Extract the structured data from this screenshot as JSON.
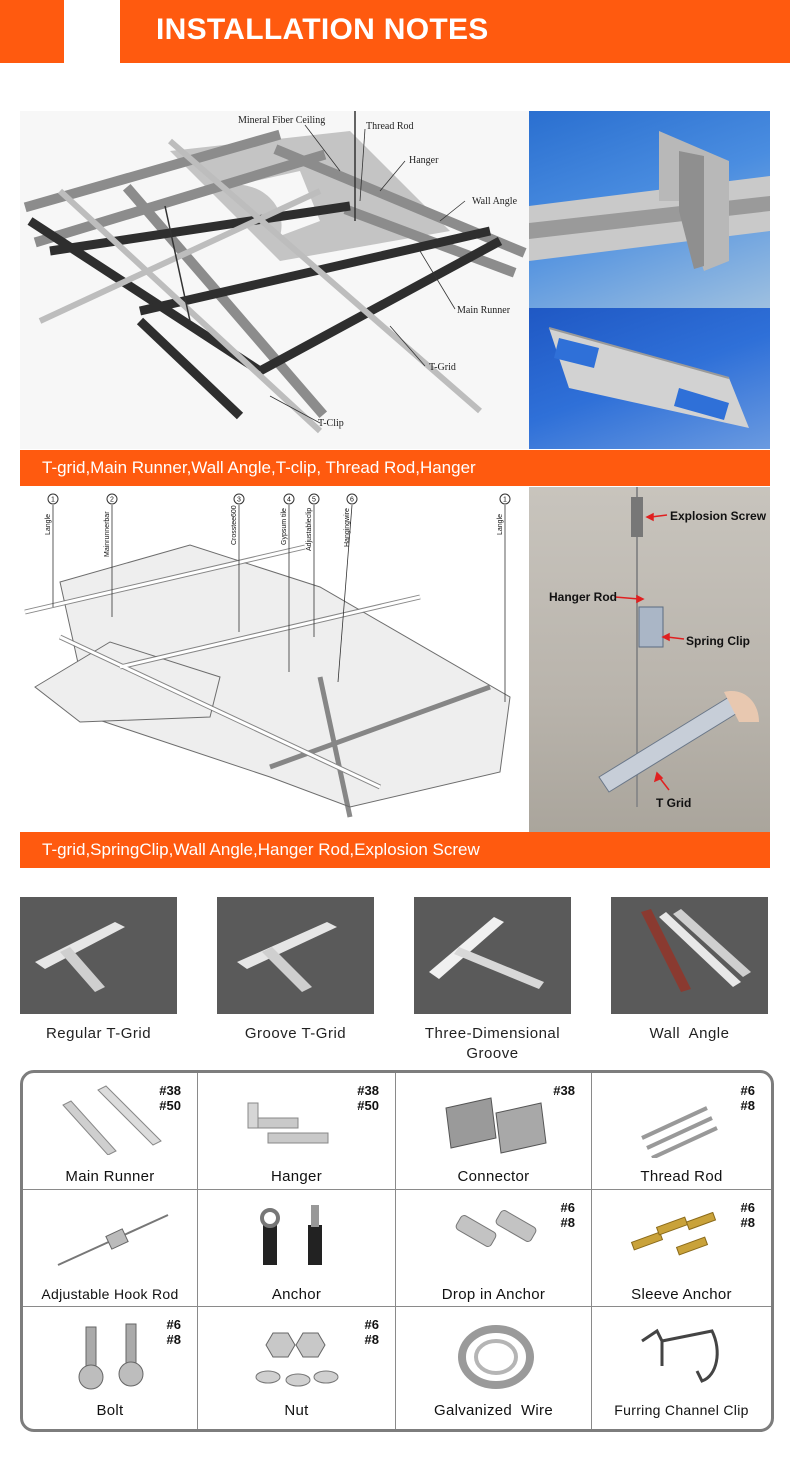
{
  "header": {
    "title": "INSTALLATION NOTES"
  },
  "section1": {
    "labels": {
      "mineral_fiber_ceiling": "Mineral Fiber Ceiling",
      "thread_rod": "Thread Rod",
      "hanger": "Hanger",
      "wall_angle": "Wall Angle",
      "main_runner": "Main Runner",
      "t_grid": "T-Grid",
      "t_clip": "T-Clip"
    },
    "caption": "T-grid,Main Runner,Wall Angle,T-clip, Thread Rod,Hanger"
  },
  "section2": {
    "callouts": [
      {
        "num": "1",
        "text": "Langle"
      },
      {
        "num": "2",
        "text": "Mainrunnerbar"
      },
      {
        "num": "3",
        "text": "Crosstee600"
      },
      {
        "num": "4",
        "text": "Gypsum tile"
      },
      {
        "num": "5",
        "text": "Adjustableclip"
      },
      {
        "num": "6",
        "text": "Hangingwire"
      },
      {
        "num": "1",
        "text": "Langle"
      }
    ],
    "photo_labels": {
      "explosion_screw": "Explosion Screw",
      "hanger_rod": "Hanger Rod",
      "spring_clip": "Spring Clip",
      "t_grid": "T Grid"
    },
    "caption": "T-grid,SpringClip,Wall Angle,Hanger Rod,Explosion Screw"
  },
  "products": [
    {
      "name": "Regular T-Grid"
    },
    {
      "name": "Groove T-Grid"
    },
    {
      "name": "Three-Dimensional\nGroove"
    },
    {
      "name": "Wall  Angle"
    }
  ],
  "accessories": [
    {
      "name": "Main Runner",
      "spec": "#38\n#50"
    },
    {
      "name": "Hanger",
      "spec": "#38\n#50"
    },
    {
      "name": "Connector",
      "spec": "#38"
    },
    {
      "name": "Thread Rod",
      "spec": "#6\n#8"
    },
    {
      "name": "Adjustable Hook Rod",
      "spec": ""
    },
    {
      "name": "Anchor",
      "spec": ""
    },
    {
      "name": "Drop in Anchor",
      "spec": "#6\n#8"
    },
    {
      "name": "Sleeve Anchor",
      "spec": "#6\n#8"
    },
    {
      "name": "Bolt",
      "spec": "#6\n#8"
    },
    {
      "name": "Nut",
      "spec": "#6\n#8"
    },
    {
      "name": "Galvanized  Wire",
      "spec": ""
    },
    {
      "name": "Furring Channel Clip",
      "spec": ""
    }
  ],
  "colors": {
    "accent": "#ff5a0f",
    "frame": "#7d7d7d",
    "photo_bg": "#5a5a5a"
  }
}
